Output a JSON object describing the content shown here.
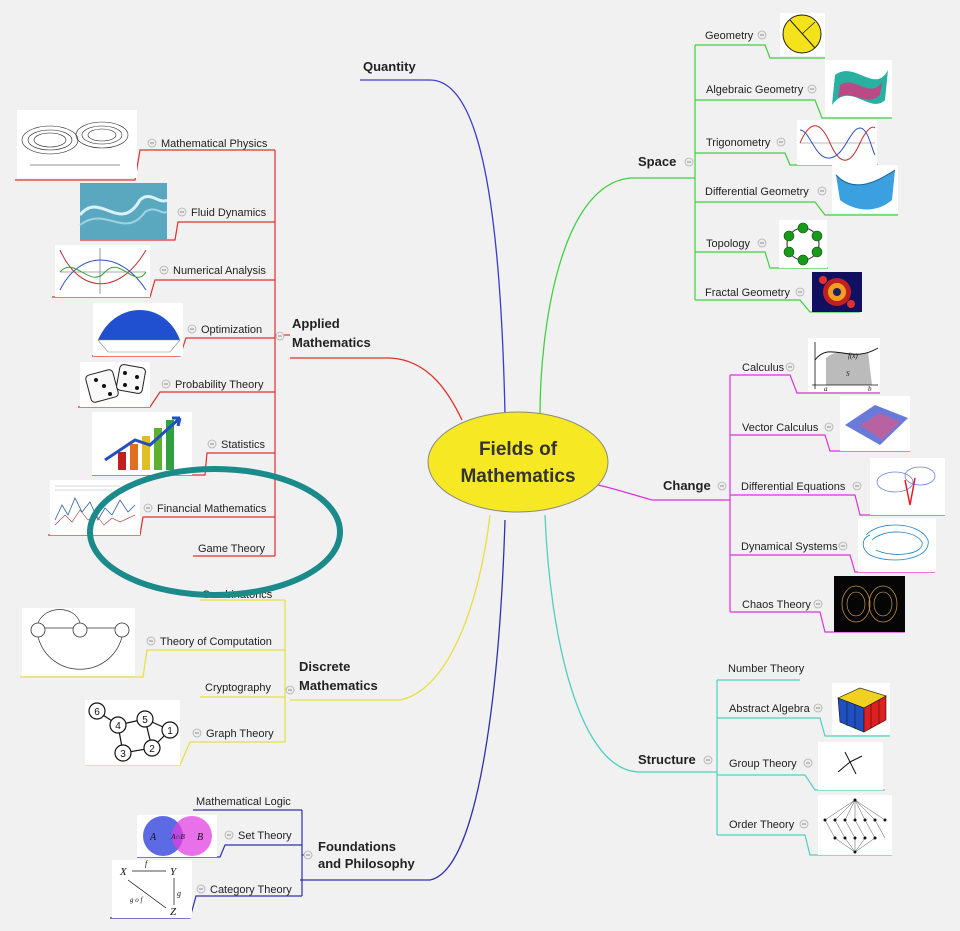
{
  "center": {
    "line1": "Fields of",
    "line2": "Mathematics"
  },
  "colors": {
    "quantity": "#3a3ad0",
    "applied": "#e03030",
    "discrete": "#e6e040",
    "foundations": "#3030b0",
    "space": "#40d040",
    "change": "#e030e0",
    "structure": "#50d0c0",
    "highlight": "#1a8a8a",
    "center_fill": "#f7e824"
  },
  "branches": {
    "quantity": {
      "label": "Quantity"
    },
    "applied": {
      "label1": "Applied",
      "label2": "Mathematics",
      "items": [
        "Mathematical Physics",
        "Fluid Dynamics",
        "Numerical Analysis",
        "Optimization",
        "Probability Theory",
        "Statistics",
        "Financial Mathematics",
        "Game Theory"
      ]
    },
    "discrete": {
      "label1": "Discrete",
      "label2": "Mathematics",
      "items": [
        "Combinatorics",
        "Theory of Computation",
        "Cryptography",
        "Graph Theory"
      ]
    },
    "foundations": {
      "label1": "Foundations",
      "label2": "and Philosophy",
      "items": [
        "Mathematical Logic",
        "Set Theory",
        "Category Theory"
      ]
    },
    "space": {
      "label": "Space",
      "items": [
        "Geometry",
        "Algebraic Geometry",
        "Trigonometry",
        "Differential Geometry",
        "Topology",
        "Fractal Geometry"
      ]
    },
    "change": {
      "label": "Change",
      "items": [
        "Calculus",
        "Vector Calculus",
        "Differential Equations",
        "Dynamical Systems",
        "Chaos Theory"
      ]
    },
    "structure": {
      "label": "Structure",
      "items": [
        "Number Theory",
        "Abstract Algebra",
        "Group Theory",
        "Order Theory"
      ]
    }
  },
  "thumb_text": {
    "venn_a": "A",
    "venn_ab": "A∩B",
    "venn_b": "B",
    "cat_x": "X",
    "cat_y": "Y",
    "cat_z": "Z",
    "cat_f": "f",
    "cat_g": "g",
    "cat_gof": "g o f",
    "graph_nodes": [
      "6",
      "4",
      "5",
      "1",
      "3",
      "2"
    ],
    "calc_fx": "f(x)",
    "calc_s": "S",
    "calc_a": "a",
    "calc_b": "b"
  },
  "icons": [
    "collapse-icon",
    "thumbnail-image"
  ]
}
